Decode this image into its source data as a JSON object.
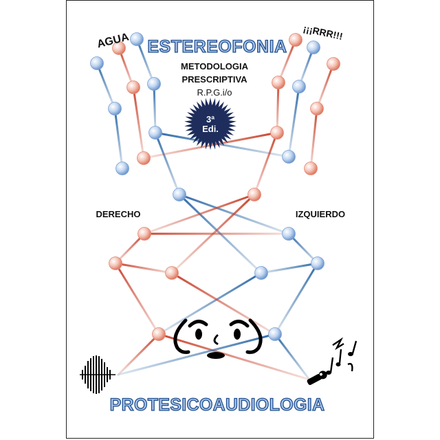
{
  "cover": {
    "title_top": "ESTEREOFONIA",
    "subtitle_lines": [
      "METODOLOGIA",
      "PRESCRIPTIVA",
      "R.P.G.i/o"
    ],
    "edition_line1": "3ª",
    "edition_line2": "Edi.",
    "corner_left": "AGUA",
    "corner_right": "¡¡¡RRR!!!",
    "label_right_side": "DERECHO",
    "label_left_side": "IZQUIERDO",
    "title_bottom": "PROTESICOAUDIOLOGIA"
  },
  "colors": {
    "blue_node": "#7aa3d6",
    "red_node": "#e58a74",
    "blue_line": "#2f6aa8",
    "red_line": "#c9452f",
    "title_fill": "#aac4ea",
    "title_stroke": "#1f4f8f",
    "burst": "#1e2d5c"
  },
  "icons": [
    "face-icon",
    "sound-wave-icon",
    "microphone-icon",
    "music-notes-icon",
    "starburst-icon"
  ]
}
